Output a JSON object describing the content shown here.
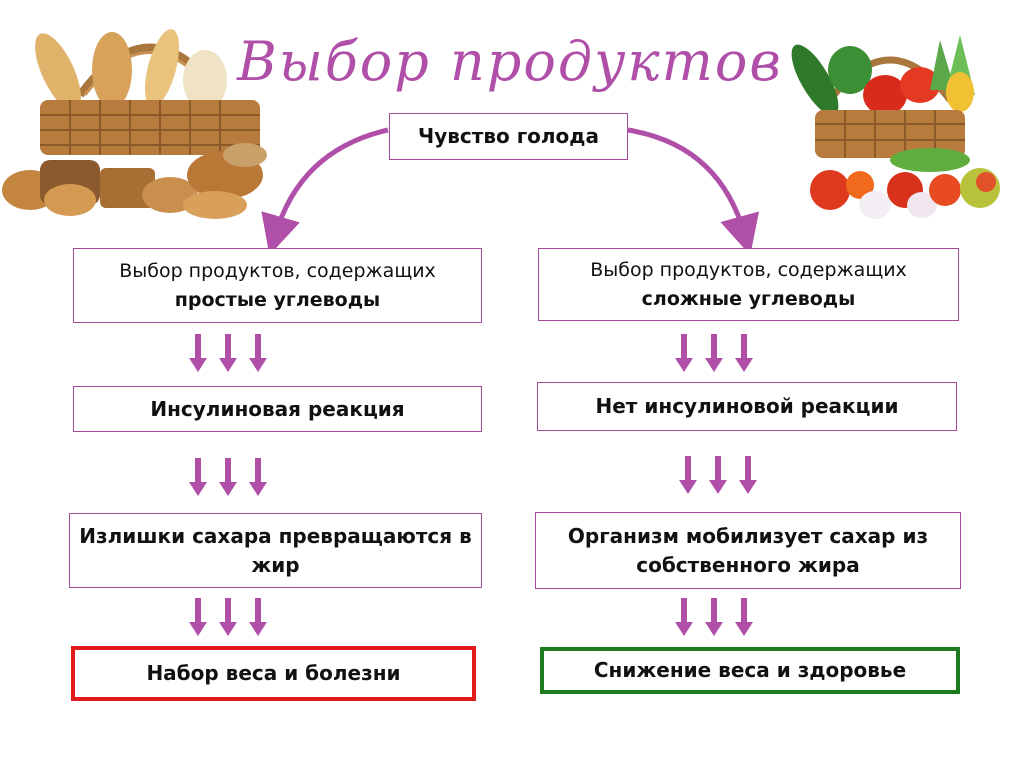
{
  "title": "Выбор продуктов",
  "top_box": "Чувство голода",
  "left": {
    "choice_line1": "Выбор продуктов, содержащих",
    "choice_line2": "простые углеводы",
    "reaction": "Инсулиновая реакция",
    "effect_line1": "Излишки сахара превращаются в",
    "effect_line2": "жир",
    "result": "Набор веса и болезни"
  },
  "right": {
    "choice_line1": "Выбор продуктов, содержащих",
    "choice_line2": "сложные углеводы",
    "reaction": "Нет инсулиновой реакции",
    "effect_line1": "Организм мобилизует сахар из",
    "effect_line2": "собственного жира",
    "result": "Снижение веса и здоровье"
  },
  "colors": {
    "accent": "#b04fa8",
    "box_border": "#a64a9c",
    "bad_result": "#e11b1b",
    "good_result": "#1f7a1f"
  },
  "images": {
    "left": "bread-basket-image",
    "right": "vegetable-basket-image"
  }
}
